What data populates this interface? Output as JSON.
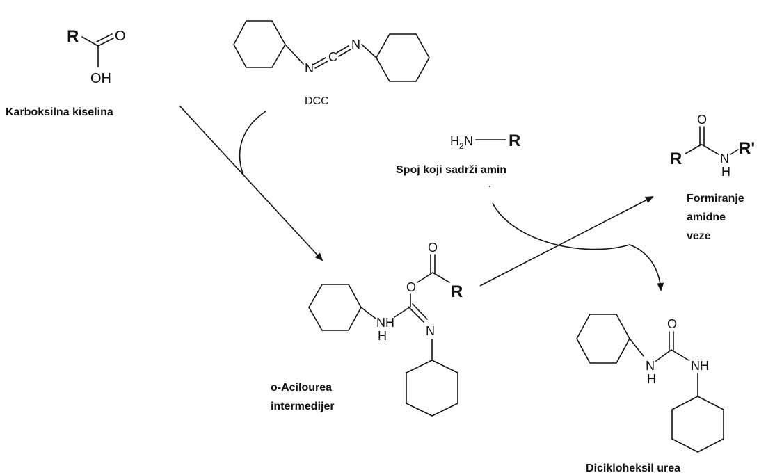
{
  "colors": {
    "ink": "#111111",
    "background": "#ffffff"
  },
  "labels": {
    "carboxylic_acid": "Karboksilna kiselina",
    "dcc": "DCC",
    "amine_compound": "Spoj koji sadrži amin",
    "amide_line1": "Formiranje",
    "amide_line2": "amidne",
    "amide_line3": "veze",
    "intermediate_line1": "o-Acilourea",
    "intermediate_line2": "intermedijer",
    "urea": "Dicikloheksil urea"
  },
  "atoms": {
    "acid_r": "R",
    "acid_o": "O",
    "acid_oh": "OH",
    "dcc_n1": "N",
    "dcc_c": "C",
    "dcc_n2": "N",
    "amine_h": "H",
    "amine_sub": "2",
    "amine_n": "N",
    "amine_r": "R",
    "amide_r": "R",
    "amide_o": "O",
    "amide_n": "N",
    "amide_h": "H",
    "amide_r2": "R'",
    "int_o_top": "O",
    "int_o_mid": "O",
    "int_r": "R",
    "int_nh_n": "NH",
    "int_nh_h": "H",
    "int_n": "N",
    "urea_o": "O",
    "urea_n1": "N",
    "urea_h1": "H",
    "urea_nh": "NH"
  }
}
